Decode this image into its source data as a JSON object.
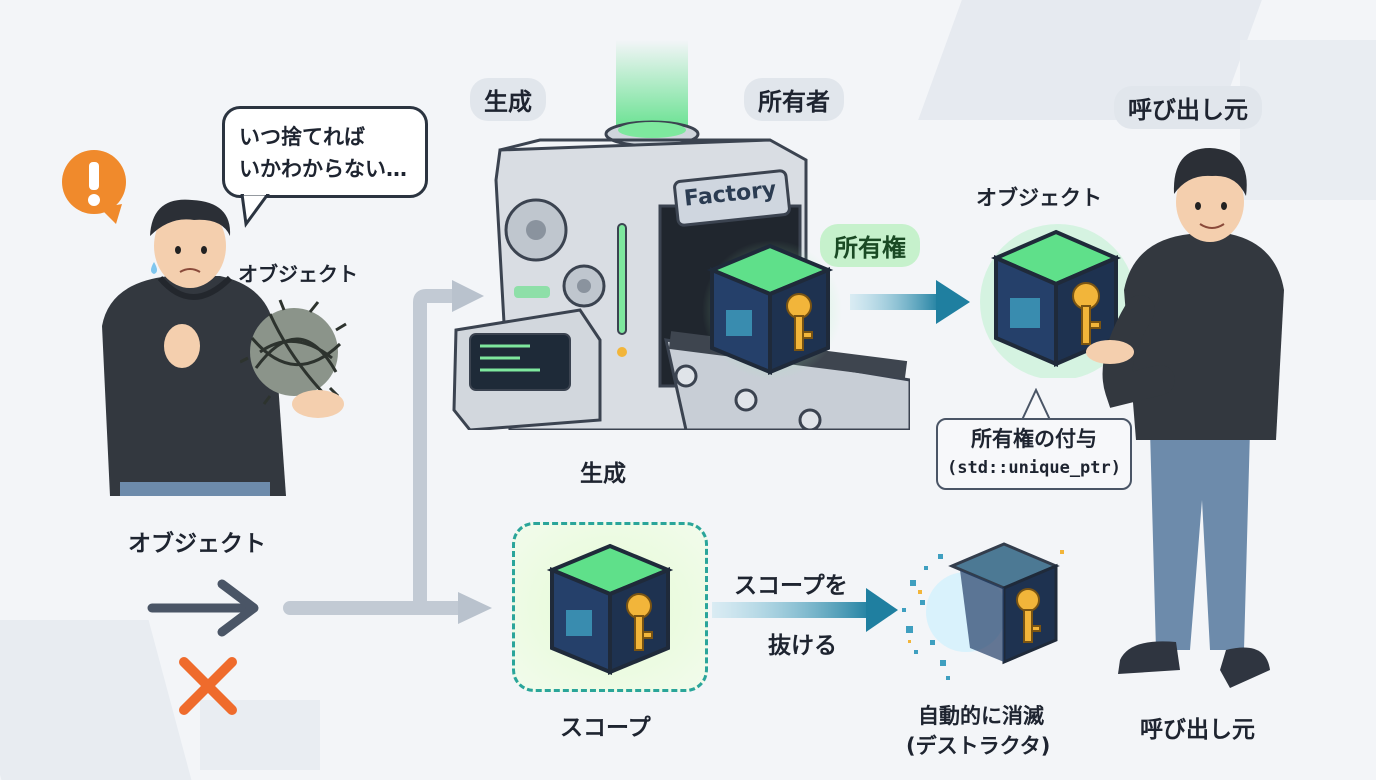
{
  "labels": {
    "generate_top": "生成",
    "owner": "所有者",
    "caller_top": "呼び出し元",
    "speech_line1": "いつ捨てれば",
    "speech_line2": "いかわからない…",
    "object_left": "オブジェクト",
    "factory": "Factory",
    "ownership": "所有権",
    "object_right": "オブジェクト",
    "grant_line1": "所有権の付与",
    "grant_line2": "(std::unique_ptr)",
    "generate_bottom": "生成",
    "object_bottom_left": "オブジェクト",
    "leave_scope_line1": "スコープを",
    "leave_scope_line2": "抜ける",
    "scope": "スコープ",
    "auto_destroy_line1": "自動的に消滅",
    "auto_destroy_line2": "(デストラクタ)",
    "caller_bottom": "呼び出し元"
  },
  "icons": {
    "warning": "exclamation-icon",
    "cross": "x-icon",
    "gear": "gear-icon",
    "key": "key-icon"
  },
  "colors": {
    "accent_green": "#5fe08a",
    "warning_orange": "#f08a2c",
    "cross_orange": "#ef6b2c",
    "arrow_teal": "#1f7fa0",
    "arrow_grey": "#c2cad4",
    "dark": "#2f3540",
    "key_gold": "#f2b53a"
  }
}
